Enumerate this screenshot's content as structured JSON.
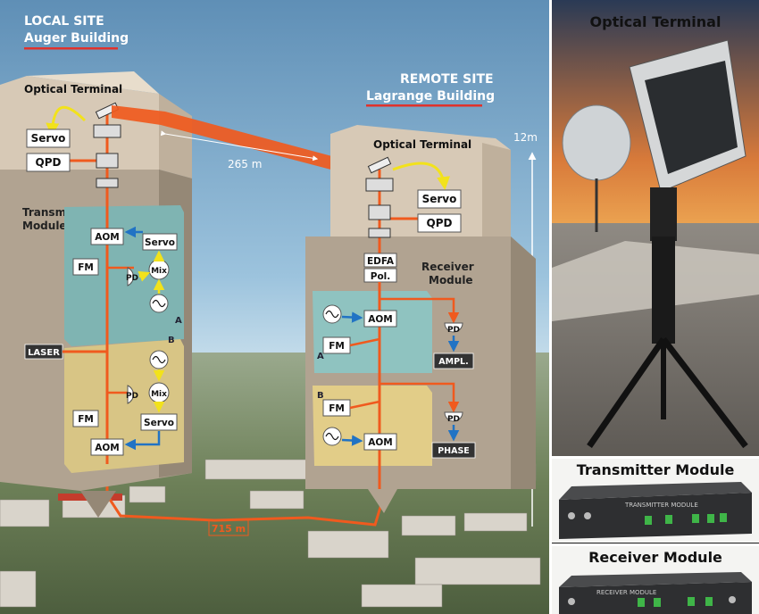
{
  "local_site": {
    "title": "LOCAL SITE",
    "subtitle": "Auger Building"
  },
  "remote_site": {
    "title": "REMOTE SITE",
    "subtitle": "Lagrange Building"
  },
  "local_terminal": {
    "title": "Optical Terminal",
    "servo": "Servo",
    "qpd": "QPD"
  },
  "remote_terminal": {
    "title": "Optical Terminal",
    "servo": "Servo",
    "qpd": "QPD"
  },
  "transmitter": {
    "title_line1": "Transmitter",
    "title_line2": "Module",
    "laser": "LASER",
    "panel_a": {
      "tag": "A",
      "aom": "AOM",
      "servo": "Servo",
      "fm": "FM",
      "pd": "PD",
      "mix": "Mix"
    },
    "panel_b": {
      "tag": "B",
      "aom": "AOM",
      "servo": "Servo",
      "fm": "FM",
      "pd": "PD",
      "mix": "Mix"
    }
  },
  "receiver": {
    "title_line1": "Receiver",
    "title_line2": "Module",
    "edfa": "EDFA",
    "pol": "Pol.",
    "panel_a": {
      "tag": "A",
      "aom": "AOM",
      "fm": "FM",
      "pd": "PD",
      "out": "AMPL."
    },
    "panel_b": {
      "tag": "B",
      "aom": "AOM",
      "fm": "FM",
      "pd": "PD",
      "out": "PHASE"
    }
  },
  "distances": {
    "free_space": "265 m",
    "fiber": "715 m",
    "height": "12m"
  },
  "photos": {
    "terminal_title": "Optical Terminal",
    "transmitter_title": "Transmitter Module",
    "transmitter_faceplate": "TRANSMITTER MODULE",
    "receiver_title": "Receiver Module",
    "receiver_faceplate": "RECEIVER MODULE"
  },
  "colors": {
    "laser": "#f05a1e",
    "signal_yellow": "#f2e21b",
    "signal_blue": "#2173c4",
    "accent_underline": "#e0322c"
  }
}
